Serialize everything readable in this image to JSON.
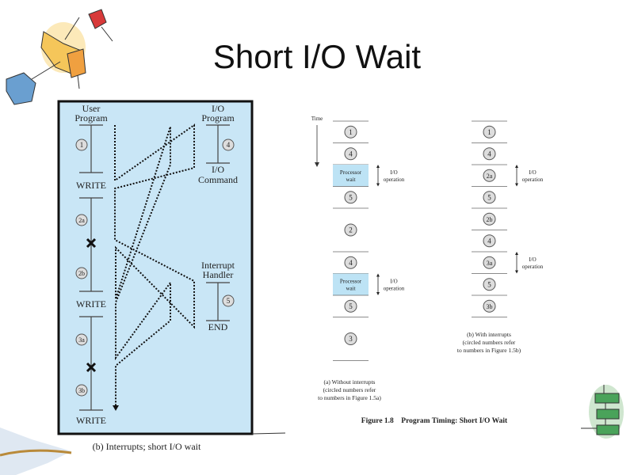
{
  "title": "Short I/O Wait",
  "left_panel": {
    "user_program": [
      "User",
      "Program"
    ],
    "io_program": [
      "I/O",
      "Program"
    ],
    "io_command": [
      "I/O",
      "Command"
    ],
    "interrupt_handler": [
      "Interrupt",
      "Handler"
    ],
    "end_label": "END",
    "write_labels": [
      "WRITE",
      "WRITE",
      "WRITE"
    ],
    "circles": {
      "c1": "1",
      "c2a": "2a",
      "c2b": "2b",
      "c3a": "3a",
      "c3b": "3b",
      "c4": "4",
      "c5": "5"
    },
    "caption": "(b) Interrupts; short I/O wait",
    "background_color": "#c9e6f6"
  },
  "timing": {
    "time_label": "Time",
    "io_label": [
      "I/O",
      "operation"
    ],
    "wait_color": "#bde3f5",
    "columns": [
      {
        "id": "a",
        "rows": [
          {
            "label": "1",
            "type": "circle",
            "duration": 1
          },
          {
            "label": "4",
            "type": "circle",
            "duration": 1
          },
          {
            "label": "Processor wait",
            "type": "wait",
            "duration": 1,
            "io": true
          },
          {
            "label": "5",
            "type": "circle",
            "duration": 1
          },
          {
            "label": "2",
            "type": "circle",
            "duration": 2
          },
          {
            "label": "4",
            "type": "circle",
            "duration": 1
          },
          {
            "label": "Processor wait",
            "type": "wait",
            "duration": 1,
            "io": true
          },
          {
            "label": "5",
            "type": "circle",
            "duration": 1
          },
          {
            "label": "3",
            "type": "circle",
            "duration": 2
          }
        ],
        "caption": [
          "(a) Without interrupts",
          "(circled numbers refer",
          "to numbers in Figure 1.5a)"
        ]
      },
      {
        "id": "b",
        "rows": [
          {
            "label": "1",
            "type": "circle",
            "duration": 1
          },
          {
            "label": "4",
            "type": "circle",
            "duration": 1
          },
          {
            "label": "2a",
            "type": "circle",
            "duration": 1,
            "io": true
          },
          {
            "label": "5",
            "type": "circle",
            "duration": 1
          },
          {
            "label": "2b",
            "type": "circle",
            "duration": 1
          },
          {
            "label": "4",
            "type": "circle",
            "duration": 1
          },
          {
            "label": "3a",
            "type": "circle",
            "duration": 1,
            "io": true
          },
          {
            "label": "5",
            "type": "circle",
            "duration": 1
          },
          {
            "label": "3b",
            "type": "circle",
            "duration": 1
          }
        ],
        "caption": [
          "(b) With interrupts",
          "(circled numbers refer",
          "to numbers in Figure 1.5b)"
        ]
      }
    ],
    "figure_caption": "Figure 1.8    Program Timing: Short I/O Wait"
  }
}
